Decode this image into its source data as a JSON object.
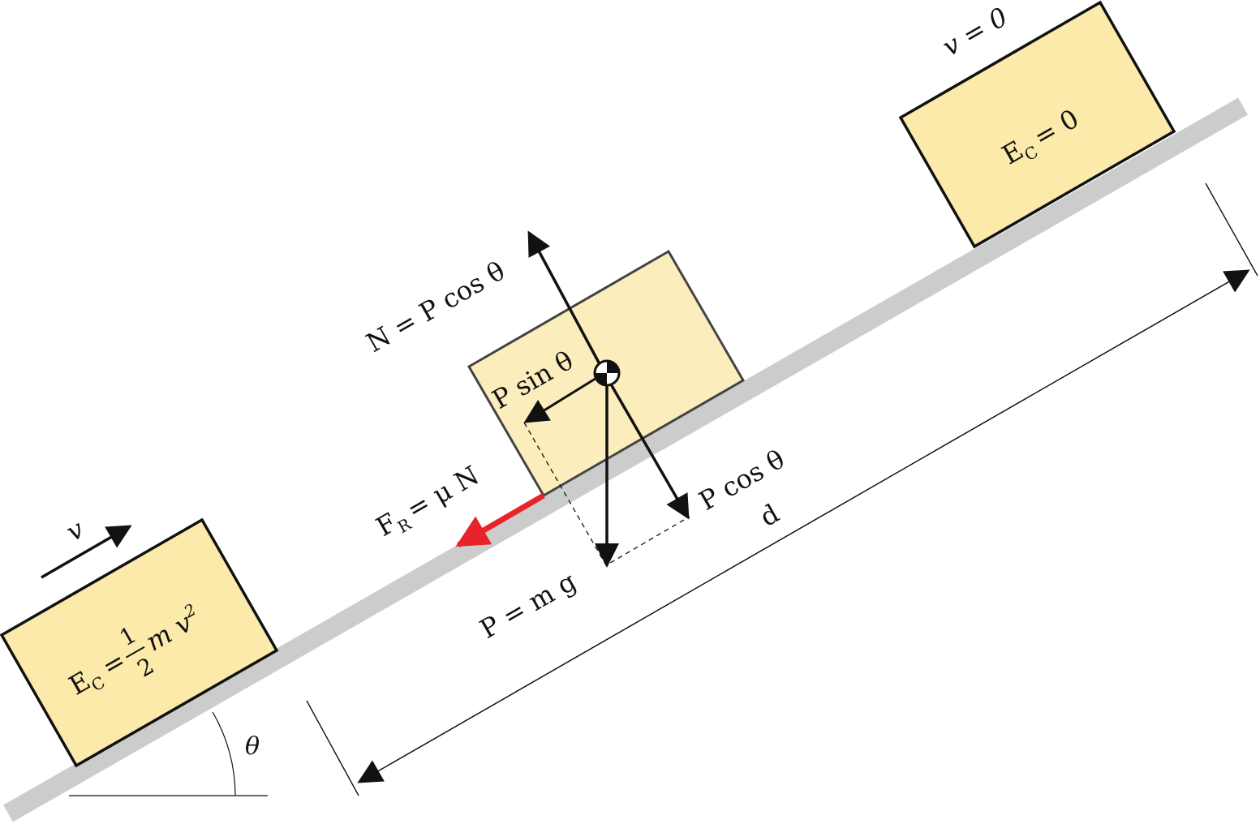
{
  "colors": {
    "block_fill": "#fbeaa9",
    "block_fill_mid": "#fcedbd",
    "ramp": "#cccccc",
    "friction_arrow": "#e8232a",
    "ink": "#111111"
  },
  "labels": {
    "velocity_start": "v",
    "ec_left_lhs": "E",
    "ec_sub": "C",
    "ec_left_eq": "=",
    "ec_left_num": "1",
    "ec_left_den": "2",
    "ec_left_rhs": "m v",
    "ec_left_exp": "2",
    "velocity_end": "v = 0",
    "ec_right_lhs": "E",
    "ec_right_rhs": "= 0",
    "normal": "N = P cos θ",
    "p_sin": "P sin θ",
    "p_cos": "P cos θ",
    "friction_lhs": "F",
    "friction_sub": "R",
    "friction_rhs": "= μ N",
    "weight": "P = m g",
    "distance": "d",
    "angle": "θ"
  }
}
